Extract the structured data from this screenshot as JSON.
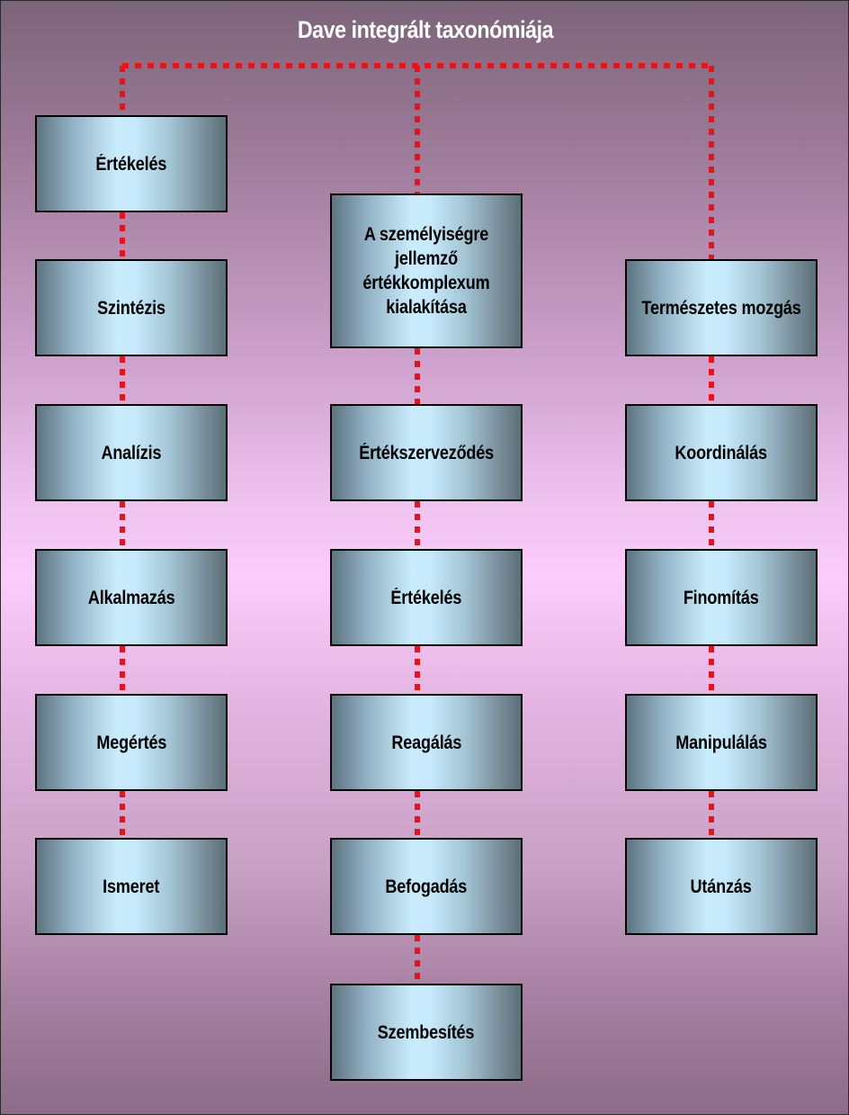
{
  "title": "Dave integrált taxonómiája",
  "colors": {
    "connector": "#e8131a",
    "box_border": "#000000",
    "title_text": "#ffffff"
  },
  "columns": {
    "left": {
      "items": [
        "Értékelés",
        "Szintézis",
        "Analízis",
        "Alkalmazás",
        "Megértés",
        "Ismeret"
      ]
    },
    "middle": {
      "items": [
        "A személyiségre jellemző értékkomplexum kialakítása",
        "Értékszerveződés",
        "Értékelés",
        "Reagálás",
        "Befogadás",
        "Szembesítés"
      ]
    },
    "right": {
      "items": [
        "Természetes mozgás",
        "Koordinálás",
        "Finomítás",
        "Manipulálás",
        "Utánzás"
      ]
    }
  }
}
